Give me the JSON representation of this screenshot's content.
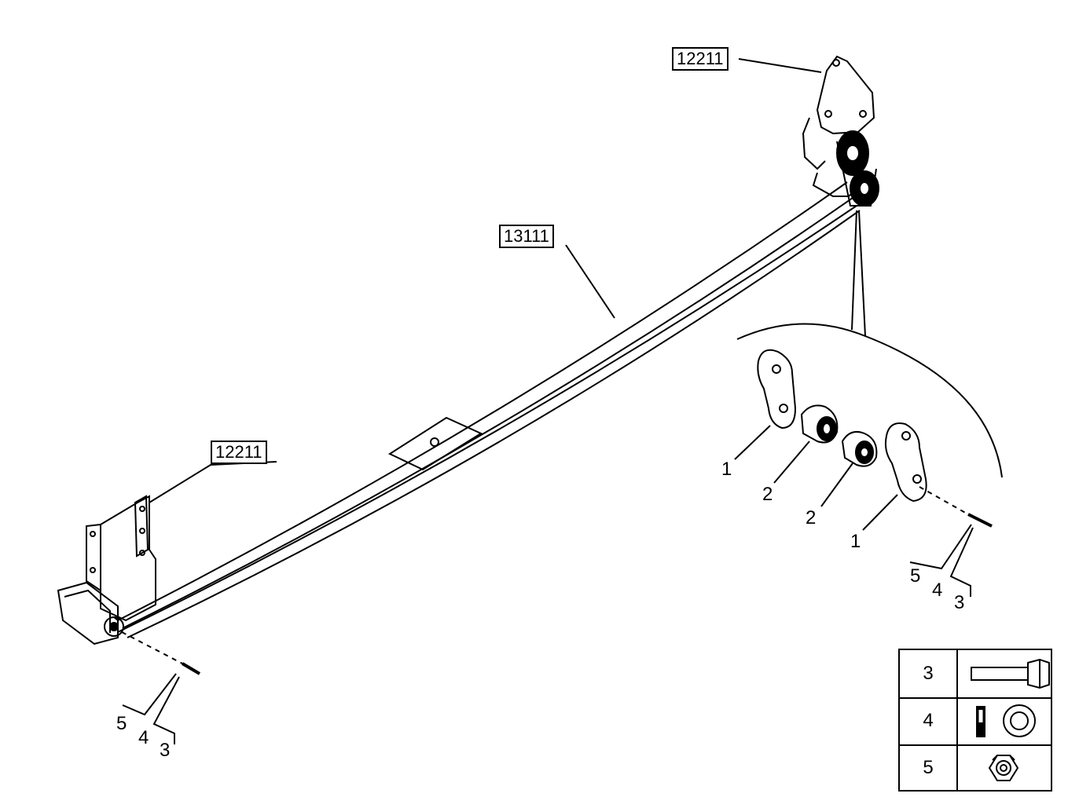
{
  "diagram": {
    "labels": {
      "bracket_top": "12211",
      "spring": "13111",
      "bracket_left": "12211"
    },
    "detail_callouts": {
      "plate_left": "1",
      "bushing_left": "2",
      "bushing_right": "2",
      "plate_right": "1",
      "fastener_5": "5",
      "fastener_4": "4",
      "fastener_3": "3"
    },
    "left_callouts": {
      "fastener_5": "5",
      "fastener_4": "4",
      "fastener_3": "3"
    },
    "legend": [
      {
        "num": "3",
        "icon": "bolt-icon"
      },
      {
        "num": "4",
        "icon": "washer-icon"
      },
      {
        "num": "5",
        "icon": "nut-icon"
      }
    ]
  }
}
